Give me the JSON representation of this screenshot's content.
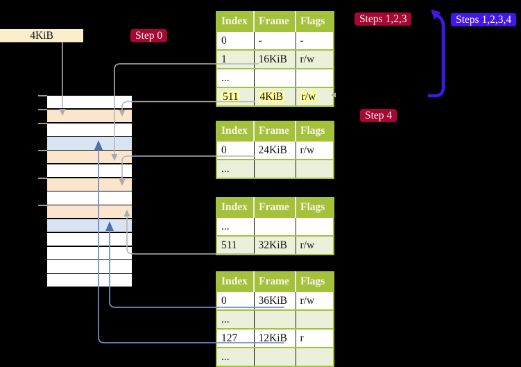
{
  "labels": {
    "frame_size": "4KiB",
    "step0": "Step 0",
    "steps123": "Steps 1,2,3",
    "steps1234": "Steps 1,2,3,4",
    "step4": "Step 4"
  },
  "colors": {
    "table_header_green": "#a4c13b",
    "row_pale_green": "#eaf0d9",
    "highlight_yellow": "#ffff9e",
    "frame_peach": "#fce5cd",
    "frame_blue": "#d9e4f3",
    "label_crimson": "#a80634",
    "label_violet": "#4316ea",
    "connector_gray": "#b5b5b5",
    "connector_steelblue": "#6c91c9",
    "frame_label_cream": "#fbeecb"
  },
  "memory_stack": {
    "rows": [
      "white",
      "peach",
      "white",
      "blue",
      "peach",
      "white",
      "peach",
      "white",
      "peach",
      "blue",
      "white",
      "white",
      "white",
      "white"
    ],
    "ticks": [
      137,
      157,
      177,
      216,
      256,
      295
    ]
  },
  "page_tables": [
    {
      "headers": [
        "Index",
        "Frame",
        "Flags"
      ],
      "rows": [
        {
          "cells": [
            "0",
            "-",
            "-"
          ],
          "shaded": false,
          "highlighted": false
        },
        {
          "cells": [
            "1",
            "16KiB",
            "r/w"
          ],
          "shaded": true,
          "highlighted": false
        },
        {
          "cells": [
            "...",
            "",
            ""
          ],
          "shaded": false,
          "highlighted": false
        },
        {
          "cells": [
            "511",
            "4KiB",
            "r/w"
          ],
          "shaded": true,
          "highlighted": true
        }
      ]
    },
    {
      "headers": [
        "Index",
        "Frame",
        "Flags"
      ],
      "rows": [
        {
          "cells": [
            "0",
            "24KiB",
            "r/w"
          ],
          "shaded": false,
          "highlighted": false
        },
        {
          "cells": [
            "...",
            "",
            ""
          ],
          "shaded": true,
          "highlighted": false
        }
      ]
    },
    {
      "headers": [
        "Index",
        "Frame",
        "Flags"
      ],
      "rows": [
        {
          "cells": [
            "...",
            "",
            ""
          ],
          "shaded": false,
          "highlighted": false
        },
        {
          "cells": [
            "511",
            "32KiB",
            "r/w"
          ],
          "shaded": true,
          "highlighted": false
        }
      ]
    },
    {
      "headers": [
        "Index",
        "Frame",
        "Flags"
      ],
      "rows": [
        {
          "cells": [
            "0",
            "36KiB",
            "r/w"
          ],
          "shaded": false,
          "highlighted": false
        },
        {
          "cells": [
            "...",
            "",
            ""
          ],
          "shaded": true,
          "highlighted": false
        },
        {
          "cells": [
            "127",
            "12KiB",
            "r"
          ],
          "shaded": false,
          "highlighted": false
        },
        {
          "cells": [
            "...",
            "",
            ""
          ],
          "shaded": true,
          "highlighted": false
        }
      ]
    }
  ]
}
